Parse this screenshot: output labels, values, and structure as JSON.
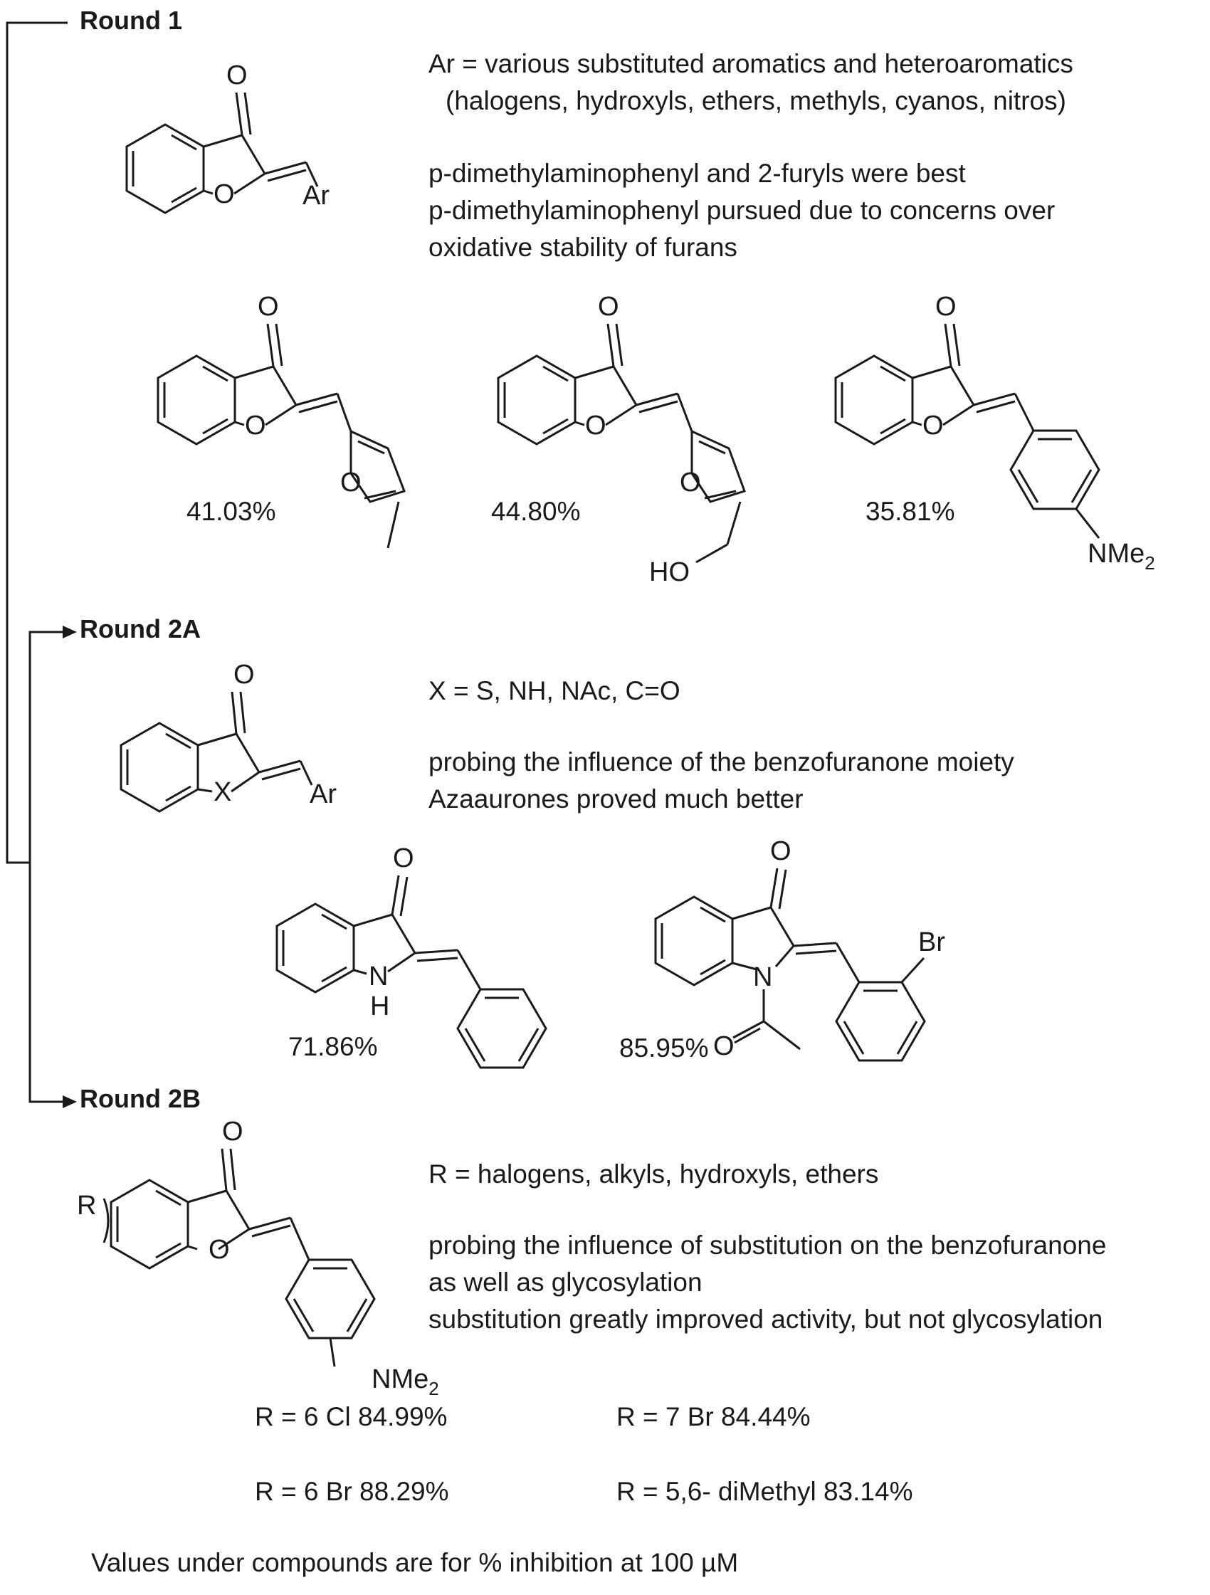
{
  "rounds": {
    "r1": {
      "heading": "Round 1",
      "description": [
        "Ar = various substituted aromatics and heteroaromatics",
        "(halogens, hydroxyls, ethers, methyls, cyanos, nitros)",
        "p-dimethylaminophenyl and 2-furyls were best",
        "p-dimethylaminophenyl pursued due to concerns over",
        "oxidative stability of furans"
      ],
      "compounds": [
        {
          "value": "41.03%"
        },
        {
          "value": "44.80%"
        },
        {
          "value": "35.81%"
        }
      ]
    },
    "r2a": {
      "heading": "Round 2A",
      "description": [
        "X = S, NH, NAc, C=O",
        "probing the influence of the benzofuranone moiety",
        "Azaaurones proved much better"
      ],
      "compounds": [
        {
          "value": "71.86%"
        },
        {
          "value": "85.95%"
        }
      ]
    },
    "r2b": {
      "heading": "Round 2B",
      "description": [
        "R = halogens, alkyls, hydroxyls, ethers",
        "probing the influence of substitution on the benzofuranone",
        "as well as glycosylation",
        "substitution greatly improved activity, but not glycosylation"
      ],
      "results": [
        "R = 6 Cl  84.99%",
        "R = 7 Br  84.44%",
        "R = 6 Br  88.29%",
        "R = 5,6- diMethyl  83.14%"
      ]
    }
  },
  "atoms": {
    "O": "O",
    "Ar": "Ar",
    "X": "X",
    "R": "R",
    "N": "N",
    "H": "H",
    "HO": "HO",
    "Br": "Br",
    "NMe": "NMe",
    "sub2": "2"
  },
  "footnote": {
    "text": "Values under compounds are for % inhibition at 100 ",
    "unit": "µM"
  }
}
